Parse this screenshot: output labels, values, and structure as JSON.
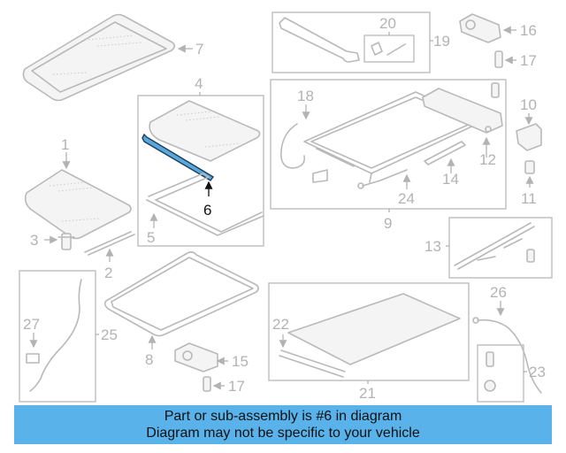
{
  "diagram": {
    "highlighted_part": "6",
    "callouts": [
      "1",
      "2",
      "3",
      "4",
      "5",
      "6",
      "7",
      "8",
      "9",
      "10",
      "11",
      "12",
      "13",
      "14",
      "15",
      "16",
      "17",
      "18",
      "19",
      "20",
      "21",
      "22",
      "23",
      "24",
      "25",
      "26",
      "27"
    ],
    "colors": {
      "highlight_part": "#58a8dc",
      "caption_bar": "#59b2ea",
      "line_art": "#b9b9b9"
    }
  },
  "caption": {
    "line1": "Part or sub-assembly is #6 in diagram",
    "line2": "Diagram may not be specific to your vehicle"
  }
}
